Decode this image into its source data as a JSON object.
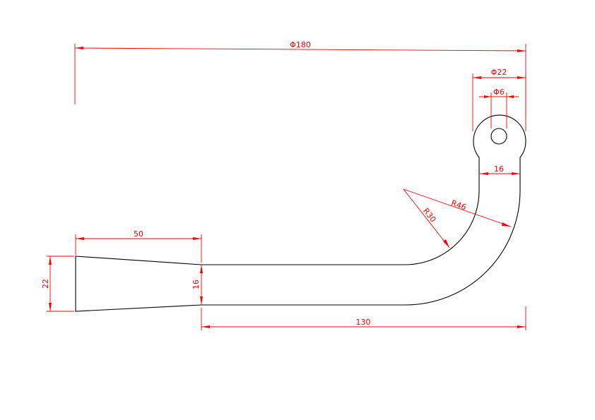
{
  "colors": {
    "part_outline": "#000000",
    "dimension": "#ff0000",
    "background": "#ffffff"
  },
  "dimensions": {
    "overall_length": "Φ180",
    "eye_outer_diameter": "Φ22",
    "eye_hole_diameter": "Φ6",
    "neck_width": "16",
    "outer_bend_radius": "R46",
    "inner_bend_radius": "R30",
    "taper_length": "50",
    "end_height": "22",
    "shaft_height": "16",
    "straight_length": "130"
  }
}
